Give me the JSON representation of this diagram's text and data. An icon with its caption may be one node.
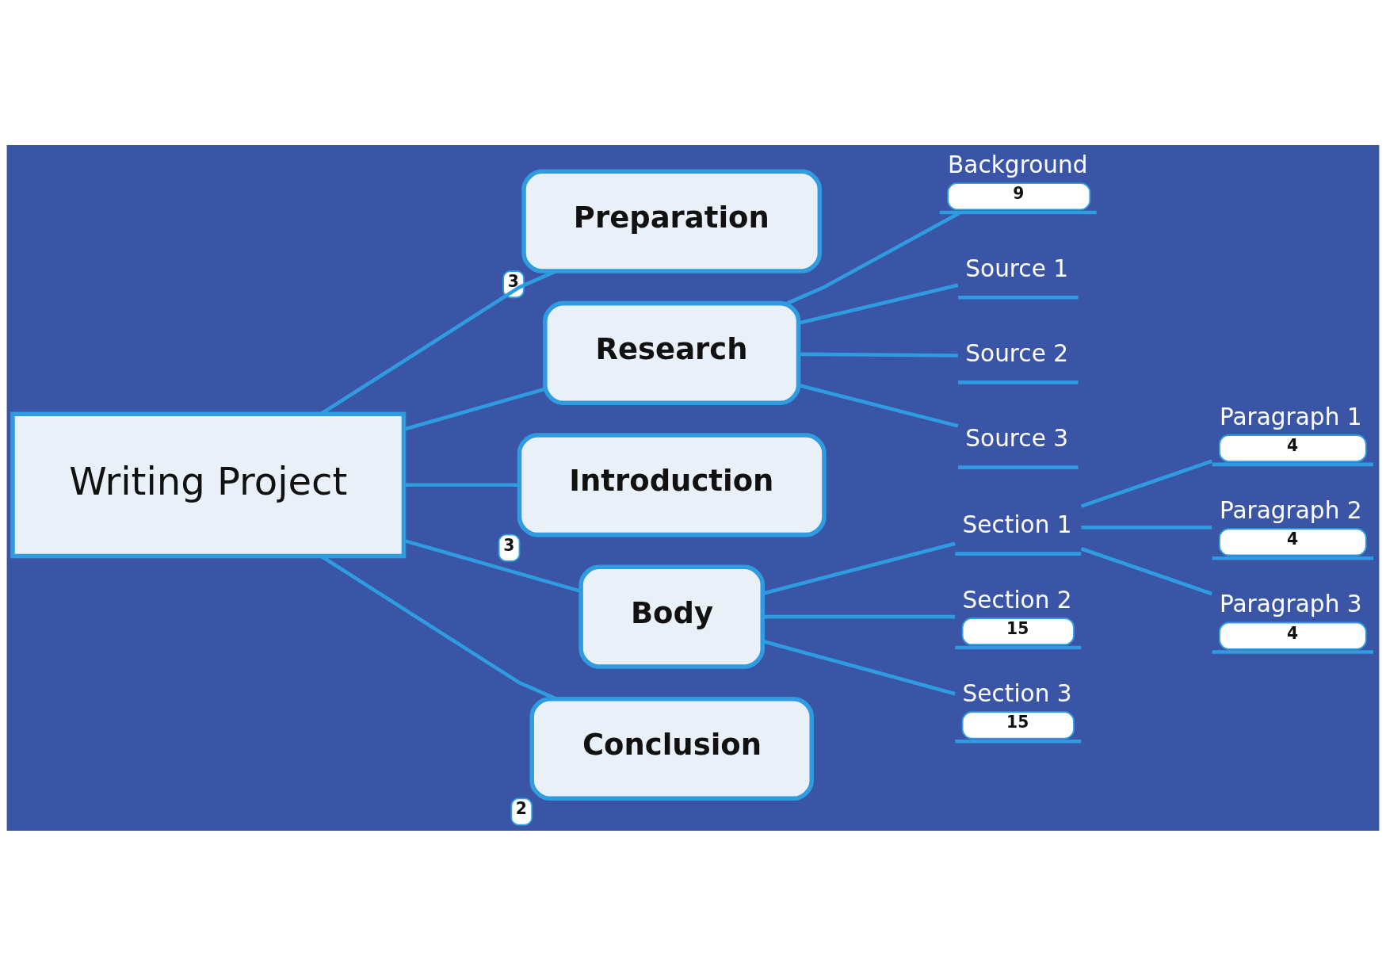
{
  "diagram": {
    "nodes": [
      {
        "text": [
          "Writing Project"
        ]
      },
      {
        "text": [
          "Preparation"
        ],
        "beside": [
          "3"
        ]
      },
      {
        "text": [
          "Research"
        ]
      },
      {
        "text": [
          "Background",
          "9"
        ]
      },
      {
        "text": [
          "Source 1"
        ]
      },
      {
        "text": [
          "Source 2"
        ]
      },
      {
        "text": [
          "Source 3"
        ]
      },
      {
        "text": [
          "Introduction"
        ],
        "beside": [
          "3"
        ]
      },
      {
        "text": [
          "Body"
        ]
      },
      {
        "text": [
          "Section 1"
        ]
      },
      {
        "text": [
          "Paragraph 1",
          "4"
        ]
      },
      {
        "text": [
          "Paragraph 2",
          "4"
        ]
      },
      {
        "text": [
          "Paragraph 3",
          "4"
        ]
      },
      {
        "text": [
          "Section 2",
          "15"
        ]
      },
      {
        "text": [
          "Section 3",
          "15"
        ]
      },
      {
        "text": [
          "Conclusion"
        ],
        "beside": [
          "2"
        ]
      }
    ],
    "edges": [
      {
        "from": 0,
        "to": 1,
        "arrow": "none"
      },
      {
        "from": 0,
        "to": 2,
        "arrow": "none"
      },
      {
        "from": 2,
        "to": 3,
        "arrow": "none"
      },
      {
        "from": 2,
        "to": 4,
        "arrow": "none"
      },
      {
        "from": 2,
        "to": 5,
        "arrow": "none"
      },
      {
        "from": 2,
        "to": 6,
        "arrow": "none"
      },
      {
        "from": 0,
        "to": 7,
        "arrow": "none"
      },
      {
        "from": 0,
        "to": 8,
        "arrow": "none"
      },
      {
        "from": 8,
        "to": 9,
        "arrow": "none"
      },
      {
        "from": 9,
        "to": 10,
        "arrow": "none"
      },
      {
        "from": 9,
        "to": 11,
        "arrow": "none"
      },
      {
        "from": 9,
        "to": 12,
        "arrow": "none"
      },
      {
        "from": 8,
        "to": 13,
        "arrow": "none"
      },
      {
        "from": 8,
        "to": 14,
        "arrow": "none"
      },
      {
        "from": 0,
        "to": 15,
        "arrow": "none"
      }
    ]
  }
}
